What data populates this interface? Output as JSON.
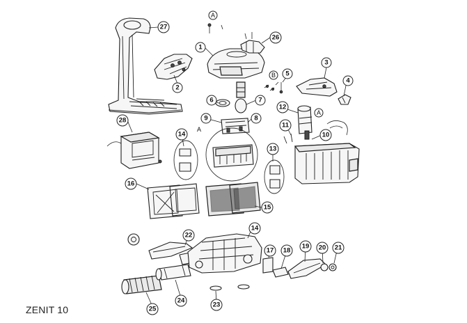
{
  "caption": "ZENIT 10",
  "callouts": {
    "c1": "1",
    "c2": "2",
    "c3": "3",
    "c4": "4",
    "c5": "5",
    "c6": "6",
    "c7": "7",
    "c8": "8",
    "c9": "9",
    "c10": "10",
    "c11": "11",
    "c12": "12",
    "c13": "13",
    "c14a": "14",
    "c14b": "14",
    "c15": "15",
    "c16": "16",
    "c17": "17",
    "c18": "18",
    "c19": "19",
    "c20": "20",
    "c21": "21",
    "c22": "22",
    "c23": "23",
    "c24": "24",
    "c25": "25",
    "c26": "26",
    "c27": "27",
    "c28": "28"
  },
  "refs": {
    "a_top": "A",
    "a_left": "A",
    "a_right": "A",
    "b": "B"
  }
}
